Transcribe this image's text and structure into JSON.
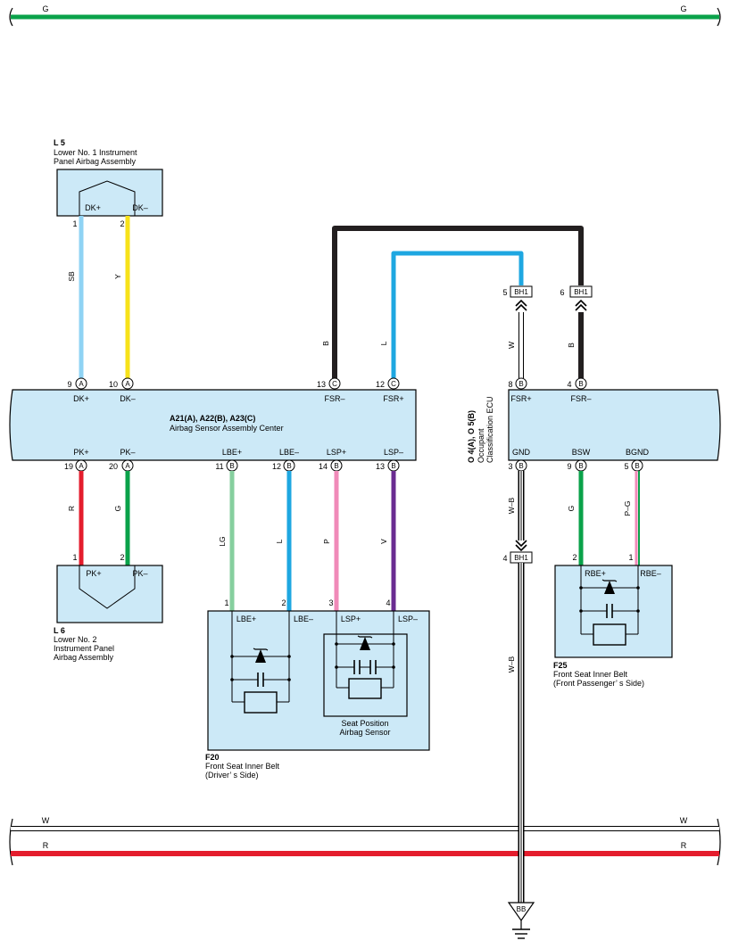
{
  "bus_top": {
    "label_left": "G",
    "label_right": "G",
    "color": "#0aa24a"
  },
  "bus_bottom_w": {
    "label_left": "W",
    "label_right": "W"
  },
  "bus_bottom_r": {
    "label_left": "R",
    "label_right": "R",
    "color": "#e41d2d"
  },
  "l5": {
    "code": "L 5",
    "name_line1": "Lower No. 1 Instrument",
    "name_line2": "Panel Airbag Assembly",
    "pin1_term": "DK+",
    "pin2_term": "DK–",
    "pin1": "1",
    "pin2": "2"
  },
  "l6": {
    "code": "L 6",
    "name_line1": "Lower No. 2",
    "name_line2": "Instrument Panel",
    "name_line3": "Airbag Assembly",
    "pin1_term": "PK+",
    "pin2_term": "PK–",
    "pin1": "1",
    "pin2": "2"
  },
  "center": {
    "title_line1": "A21(A), A22(B), A23(C)",
    "title_line2": "Airbag Sensor Assembly Center",
    "top_pins": [
      {
        "num": "9",
        "conn": "A",
        "term": "DK+"
      },
      {
        "num": "10",
        "conn": "A",
        "term": "DK–"
      },
      {
        "num": "13",
        "conn": "C",
        "term": "FSR–"
      },
      {
        "num": "12",
        "conn": "C",
        "term": "FSR+"
      }
    ],
    "bottom_pins": [
      {
        "num": "19",
        "conn": "A",
        "term": "PK+"
      },
      {
        "num": "20",
        "conn": "A",
        "term": "PK–"
      },
      {
        "num": "11",
        "conn": "B",
        "term": "LBE+"
      },
      {
        "num": "12",
        "conn": "B",
        "term": "LBE–"
      },
      {
        "num": "14",
        "conn": "B",
        "term": "LSP+"
      },
      {
        "num": "13",
        "conn": "B",
        "term": "LSP–"
      }
    ]
  },
  "ecu": {
    "title_line1": "O 4(A), O 5(B)",
    "title_line2": "Occupant",
    "title_line3": "Classification ECU",
    "top_pins": [
      {
        "num": "8",
        "conn": "B",
        "term": "FSR+"
      },
      {
        "num": "4",
        "conn": "B",
        "term": "FSR–"
      }
    ],
    "bottom_pins": [
      {
        "num": "3",
        "conn": "B",
        "term": "GND"
      },
      {
        "num": "9",
        "conn": "B",
        "term": "BSW"
      },
      {
        "num": "5",
        "conn": "B",
        "term": "BGND"
      }
    ]
  },
  "bh1": {
    "label": "BH1",
    "pin5": "5",
    "pin6": "6",
    "pin4": "4"
  },
  "f20": {
    "code": "F20",
    "name_line1": "Front Seat Inner Belt",
    "name_line2": "(Driver’ s Side)",
    "sub_line1": "Seat Position",
    "sub_line2": "Airbag Sensor",
    "pins": [
      "1",
      "2",
      "3",
      "4"
    ],
    "terms": [
      "LBE+",
      "LBE–",
      "LSP+",
      "LSP–"
    ]
  },
  "f25": {
    "code": "F25",
    "name_line1": "Front Seat Inner Belt",
    "name_line2": "(Front Passenger’ s Side)",
    "pins": [
      "2",
      "1"
    ],
    "terms": [
      "RBE+",
      "RBE–"
    ]
  },
  "wires": {
    "dk_plus": {
      "label": "SB",
      "color": "#8fd3f4"
    },
    "dk_minus": {
      "label": "Y",
      "color": "#f7e21a"
    },
    "fsr_minus": {
      "label": "B",
      "color": "#231f20"
    },
    "fsr_plus": {
      "label": "L",
      "color": "#1ea7e1"
    },
    "ecu_fsr_plus": {
      "label": "W",
      "color": "#ffffff"
    },
    "ecu_fsr_minus": {
      "label": "B",
      "color": "#231f20"
    },
    "pk_plus": {
      "label": "R",
      "color": "#e41d2d"
    },
    "pk_minus": {
      "label": "G",
      "color": "#0aa24a"
    },
    "lbe_plus": {
      "label": "LG",
      "color": "#86cf9e"
    },
    "lbe_minus": {
      "label": "L",
      "color": "#1ea7e1"
    },
    "lsp_plus": {
      "label": "P",
      "color": "#f08ab8"
    },
    "lsp_minus": {
      "label": "V",
      "color": "#6a2c91"
    },
    "gnd_upper": {
      "label": "W–B"
    },
    "gnd_lower": {
      "label": "W–B"
    },
    "bsw": {
      "label": "G",
      "color": "#0aa24a"
    },
    "bgnd": {
      "label": "P–G"
    }
  },
  "ground": {
    "label": "BB"
  },
  "colors": {
    "box_fill": "#cce9f7"
  }
}
